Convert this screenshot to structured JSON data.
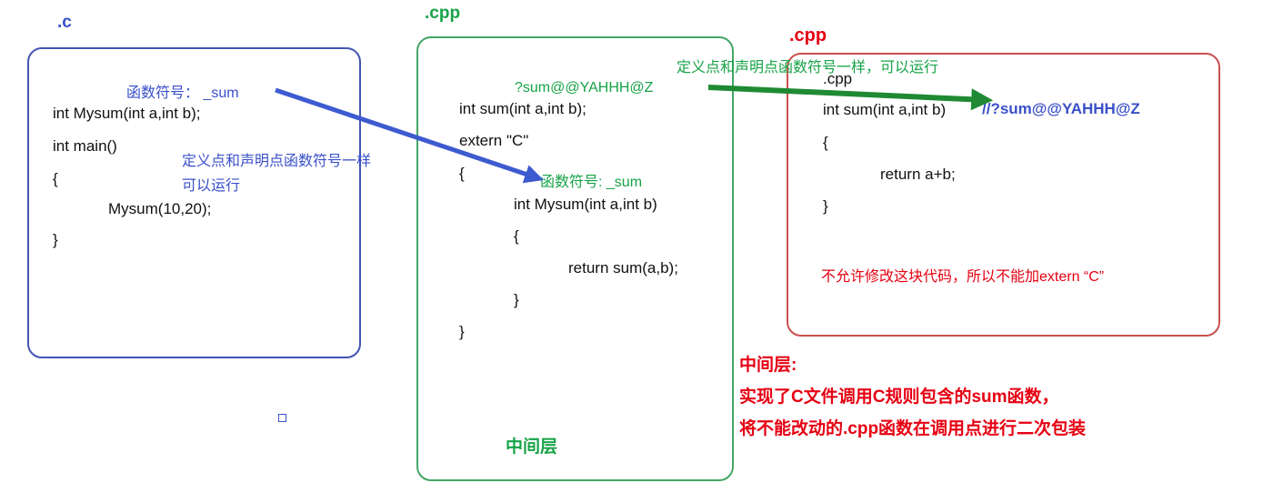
{
  "left_box": {
    "title": ".c",
    "symbol_note": "函数符号： _sum",
    "code": [
      "int Mysum(int a,int b);",
      "int main()",
      "{",
      "Mysum(10,20);",
      "}"
    ],
    "note_line1": "定义点和声明点函数符号一样",
    "note_line2": "可以运行"
  },
  "middle_box": {
    "title": ".cpp",
    "mangled_symbol": "?sum@@YAHHH@Z",
    "code": [
      "int sum(int a,int b);",
      "extern \"C\"",
      "{",
      "int Mysum(int a,int b)",
      "{",
      "return sum(a,b);",
      "}",
      "}"
    ],
    "symbol_note": "函数符号: _sum",
    "footer_label": "中间层"
  },
  "right_box": {
    "title": ".cpp",
    "top_note": "定义点和声明点函数符号一样，可以运行",
    "inner_label": ".cpp",
    "code": [
      "int sum(int a,int b)",
      "{",
      "return a+b;",
      "}"
    ],
    "inline_comment": "//?sum@@YAHHH@Z",
    "warning_note": "不允许修改这块代码，所以不能加extern “C”"
  },
  "summary": {
    "line1": "中间层:",
    "line2": "实现了C文件调用C规则包含的sum函数，",
    "line3": "将不能改动的.cpp函数在调用点进行二次包装"
  },
  "colors": {
    "blue_text": "#3a50c8",
    "blue_border": "#4355b5",
    "blue_arrow": "#3d5bd0",
    "green_text": "#17a347",
    "green_border": "#44a564",
    "green_arrow": "#1f8a33",
    "red_text": "#e60012",
    "red_border": "#c9504e",
    "code_text": "#111111"
  }
}
